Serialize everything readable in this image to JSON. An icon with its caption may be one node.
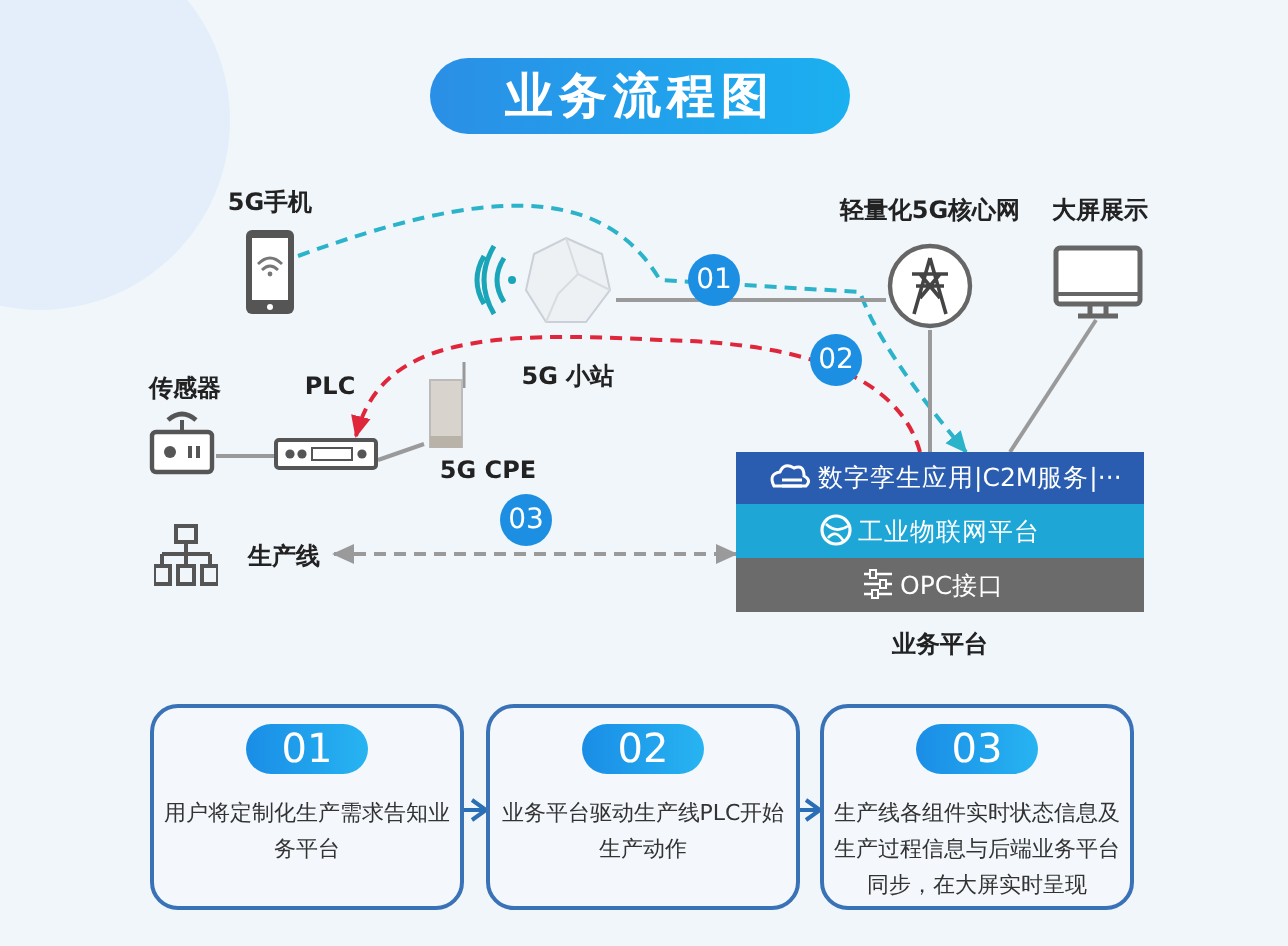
{
  "diagram": {
    "title": "业务流程图",
    "nodes": [
      {
        "text": [
          "5G手机"
        ]
      },
      {
        "text": [
          "5G 小站"
        ]
      },
      {
        "text": [
          "传感器"
        ]
      },
      {
        "text": [
          "PLC"
        ]
      },
      {
        "text": [
          "5G CPE"
        ]
      },
      {
        "text": [
          "生产线"
        ]
      },
      {
        "text": [
          "轻量化5G核心网"
        ]
      },
      {
        "text": [
          "大屏展示"
        ]
      },
      {
        "text": [
          "业务平台"
        ]
      },
      {
        "text": [
          "数字孪生应用|C2M服务|···"
        ],
        "in": 8
      },
      {
        "text": [
          "工业物联网平台"
        ],
        "in": 8
      },
      {
        "text": [
          "OPC接口"
        ],
        "in": 8
      },
      {
        "text": [
          "01",
          "用户将定制化生产需求告知业务平台"
        ]
      },
      {
        "text": [
          "02",
          "业务平台驱动生产线PLC开始生产动作"
        ]
      },
      {
        "text": [
          "03",
          "生产线各组件实时状态信息及生产过程信息与后端业务平台同步，在大屏实时呈现"
        ]
      }
    ],
    "edges": [
      {
        "from": 0,
        "to": 8,
        "arrow": "to",
        "label": "01",
        "style": "dashed",
        "color": "#2bb3c9"
      },
      {
        "from": 8,
        "to": 3,
        "arrow": "to",
        "label": "02",
        "style": "dashed",
        "color": "#e0263a"
      },
      {
        "from": 5,
        "to": 8,
        "arrow": "both",
        "label": "03",
        "style": "dashed"
      },
      {
        "from": 1,
        "to": 6,
        "arrow": "none"
      },
      {
        "from": 6,
        "to": 8,
        "arrow": "none"
      },
      {
        "from": 7,
        "to": 8,
        "arrow": "none"
      },
      {
        "from": 4,
        "to": 3,
        "arrow": "none"
      },
      {
        "from": 3,
        "to": 2,
        "arrow": "none"
      },
      {
        "from": 12,
        "to": 13,
        "arrow": "to",
        "color": "#2a6fb5"
      },
      {
        "from": 13,
        "to": 14,
        "arrow": "to",
        "color": "#2a6fb5"
      }
    ]
  }
}
